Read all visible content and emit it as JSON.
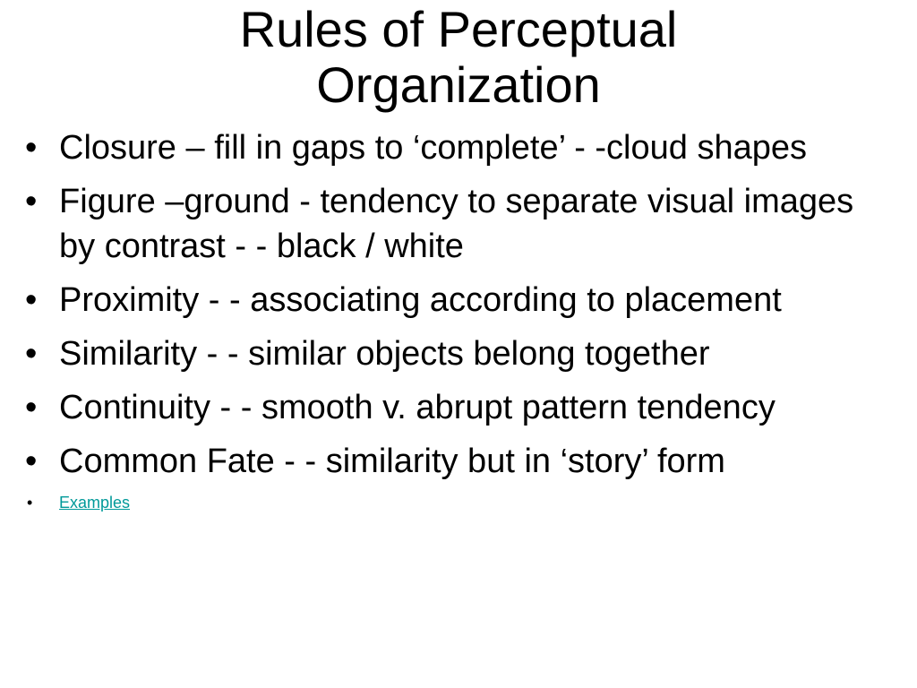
{
  "slide": {
    "title_lines": [
      "Rules of Perceptual",
      "Organization"
    ],
    "bullets": [
      "Closure – fill in gaps to ‘complete’ - -cloud shapes",
      "Figure –ground  - tendency to separate visual images by contrast  - - black / white",
      "Proximity - - associating according to placement",
      "Similarity - - similar objects belong together",
      "Continuity - - smooth v. abrupt pattern tendency",
      "Common Fate - - similarity but in ‘story’ form"
    ],
    "link_label": "Examples",
    "bullet_glyph": "•",
    "link_color": "#009999"
  }
}
